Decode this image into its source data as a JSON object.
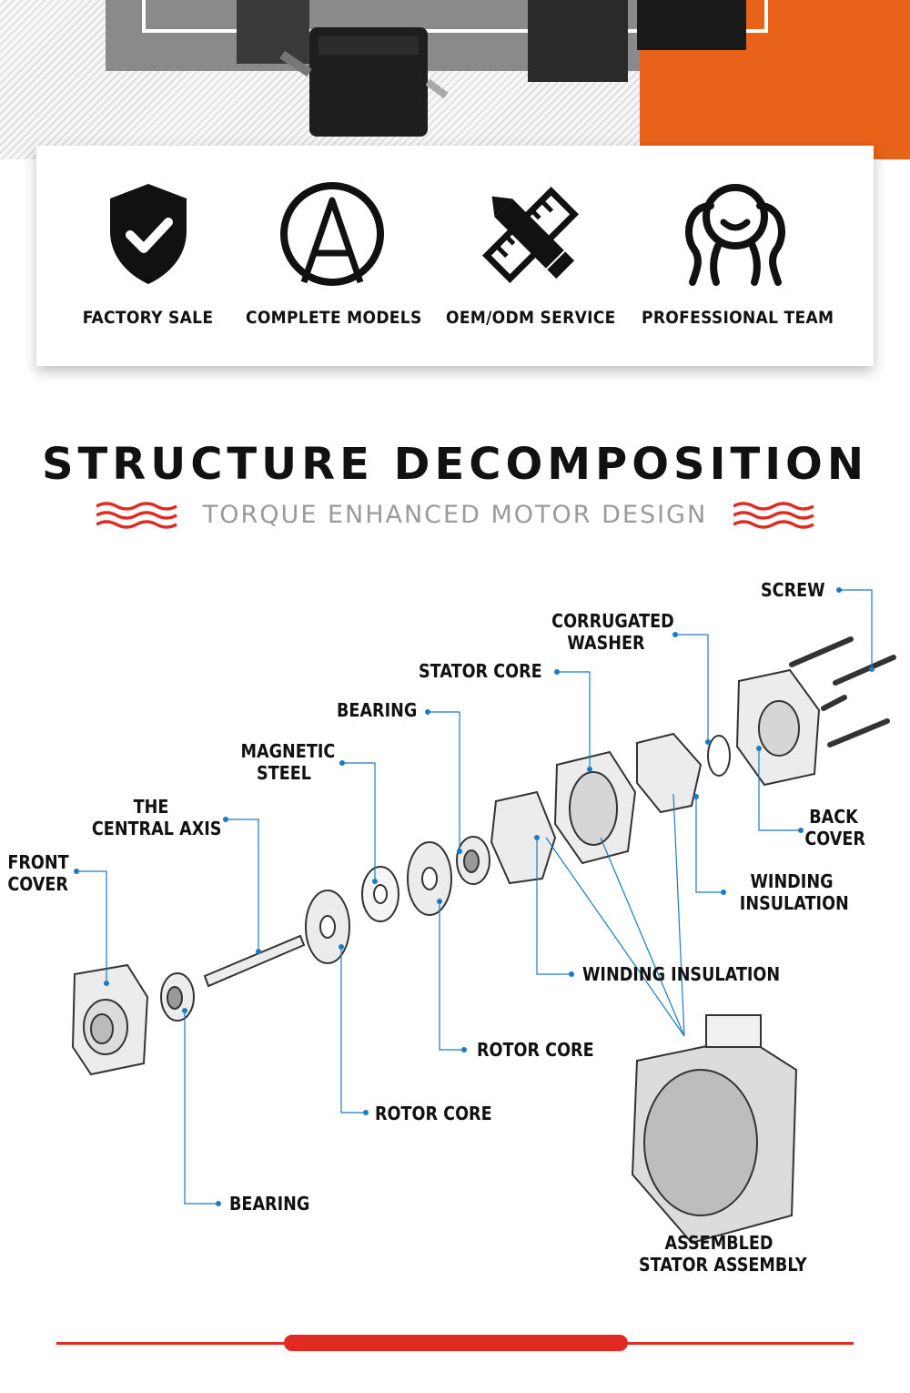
{
  "features": [
    {
      "label": "FACTORY SALE",
      "icon": "shield-check-icon"
    },
    {
      "label": "COMPLETE MODELS",
      "icon": "letter-a-circle-icon"
    },
    {
      "label": "OEM/ODM SERVICE",
      "icon": "pencil-ruler-icon"
    },
    {
      "label": "PROFESSIONAL TEAM",
      "icon": "team-people-icon"
    }
  ],
  "section": {
    "title": "STRUCTURE DECOMPOSITION",
    "subtitle": "TORQUE ENHANCED MOTOR DESIGN"
  },
  "diagram": {
    "screw": "SCREW",
    "corrugated_washer": [
      "CORRUGATED",
      "WASHER"
    ],
    "stator_core": "STATOR CORE",
    "bearing_top": "BEARING",
    "magnetic_steel": [
      "MAGNETIC",
      "STEEL"
    ],
    "central_axis": [
      "THE",
      "CENTRAL AXIS"
    ],
    "front_cover": [
      "FRONT",
      "COVER"
    ],
    "back_cover": [
      "BACK",
      "COVER"
    ],
    "winding_insulation_right": [
      "WINDING",
      "INSULATION"
    ],
    "winding_insulation": "WINDING INSULATION",
    "rotor_core_1": "ROTOR CORE",
    "rotor_core_2": "ROTOR CORE",
    "bearing_bottom": "BEARING",
    "assembled_stator": [
      "ASSEMBLED",
      "STATOR ASSEMBLY"
    ]
  },
  "colors": {
    "accent_red": "#e02a22",
    "orange": "#e8621a",
    "leader_blue": "#1a7bc4"
  }
}
